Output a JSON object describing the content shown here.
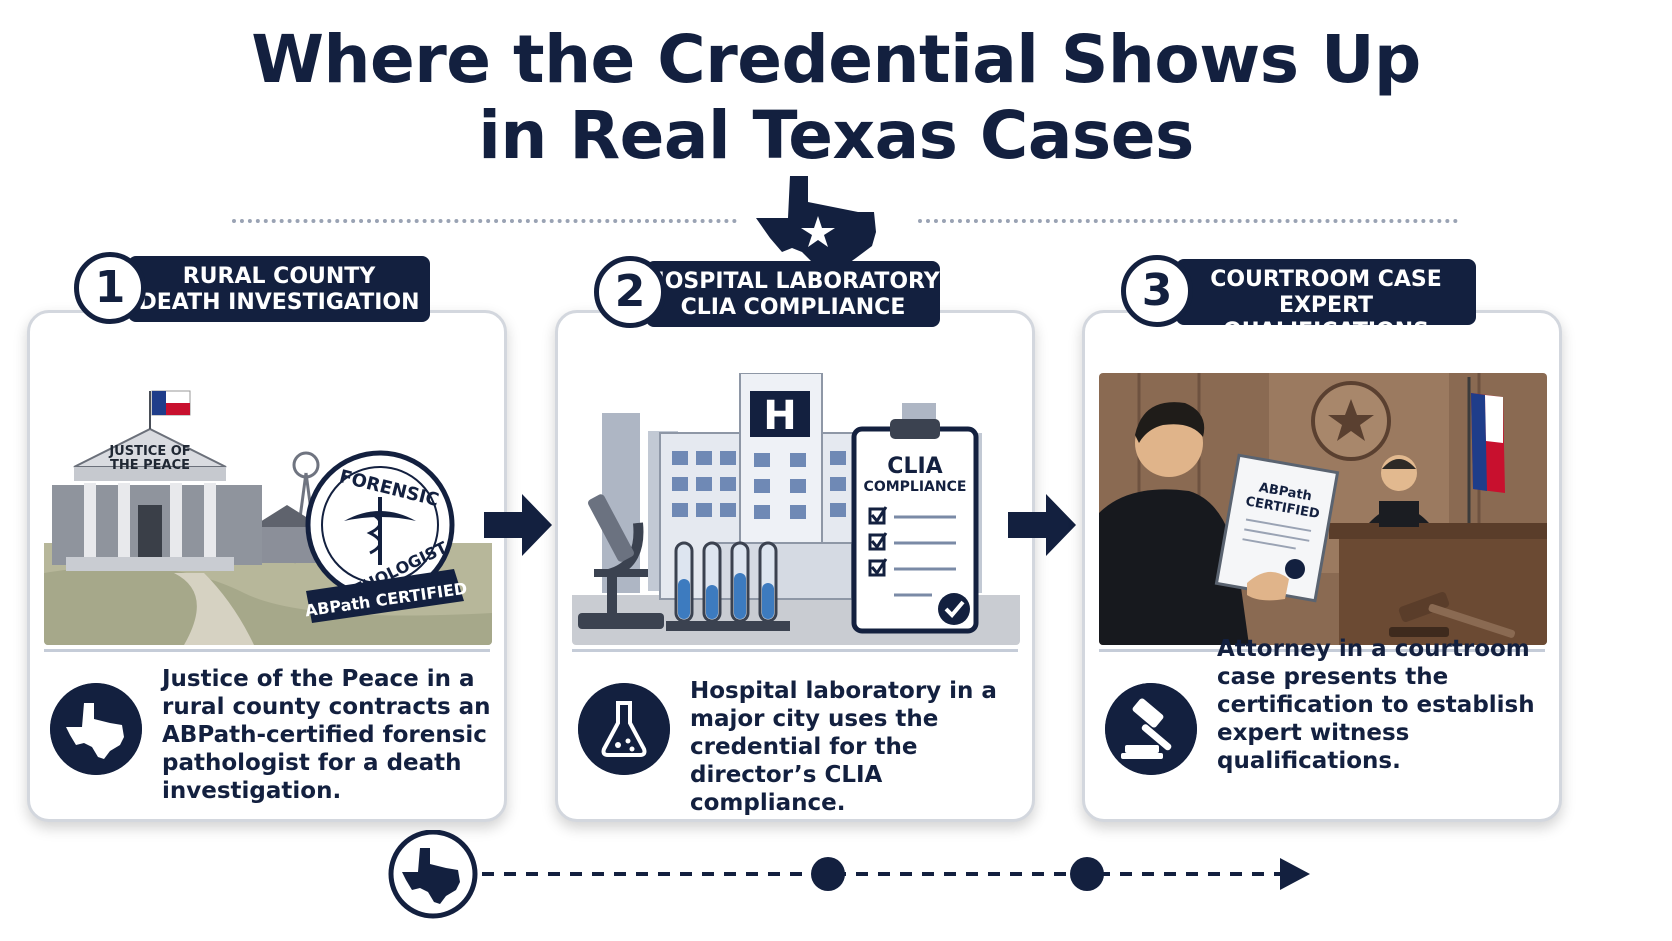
{
  "title": {
    "line1": "Where the Credential Shows Up",
    "line2": "in Real Texas Cases"
  },
  "colors": {
    "navy": "#13203f",
    "gray_border": "#d3d7de",
    "dot": "#9aa3b4"
  },
  "cards": [
    {
      "number": "1",
      "banner_line1": "RURAL COUNTY",
      "banner_line2": "DEATH INVESTIGATION",
      "scene": {
        "building_sign_line1": "JUSTICE OF",
        "building_sign_line2": "THE PEACE",
        "seal_top": "FORENSIC",
        "seal_bottom": "PATHOLOGIST",
        "ribbon": "ABPath CERTIFIED"
      },
      "icon": "texas-map-icon",
      "description": "Justice of the Peace in a rural county contracts an ABPath-certified forensic pathologist for a death investigation."
    },
    {
      "number": "2",
      "banner_line1": "HOSPITAL LABORATORY",
      "banner_line2": "CLIA COMPLIANCE",
      "scene": {
        "hospital_letter": "H",
        "clipboard_line1": "CLIA",
        "clipboard_line2": "COMPLIANCE"
      },
      "icon": "flask-icon",
      "description": "Hospital laboratory in a major city uses the credential for the director’s CLIA compliance."
    },
    {
      "number": "3",
      "banner_line1": "COURTROOM CASE",
      "banner_line2": "EXPERT QUALIFICATIONS",
      "scene": {
        "certificate_line1": "ABPath",
        "certificate_line2": "CERTIFIED"
      },
      "icon": "gavel-icon",
      "description": "Attorney in a courtroom case presents the certification to establish expert witness qualifications."
    }
  ]
}
